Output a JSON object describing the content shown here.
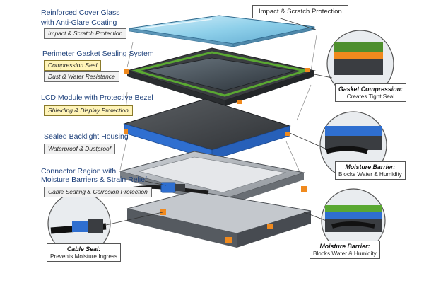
{
  "layers": [
    {
      "title": "Reinforced Cover Glass",
      "title2": "with Anti-Glare Coating",
      "subtitle": "Impact & Scratch Protection"
    },
    {
      "title": "Perimeter Gasket Sealing System",
      "subtitle": "Compression Seal",
      "subtitle2": "Dust & Water Resistance"
    },
    {
      "title": "LCD Module with Protective Bezel",
      "subtitle": "Shielding & Display Protection"
    },
    {
      "title": "Sealed Backlight Housing",
      "subtitle": "Waterproof & Dustproof"
    },
    {
      "title": "Connector Region with",
      "title2": "Moisture Barriers & Strain Relief",
      "subtitle": "Cable Sealing & Corrosion Protection"
    }
  ],
  "top_callout": "Impact & Scratch Protection",
  "callouts": [
    {
      "title": "Gasket Compression:",
      "text": "Creates Tight Seal"
    },
    {
      "title": "Moisture Barrier:",
      "text": "Blocks Water & Humidity"
    },
    {
      "title": "Cable Seal:",
      "text": "Prevents Moisture Ingress"
    },
    {
      "title": "Moisture Barrier:",
      "text": "Blocks Water & Humidity"
    }
  ],
  "colors": {
    "title_blue": "#1c3f7a",
    "glass": "#8fd0ea",
    "gasket_green": "#5aa832",
    "bezel_blue": "#2f6fd0",
    "orange": "#f08a1e",
    "frame_grey": "#9a9ea4"
  }
}
